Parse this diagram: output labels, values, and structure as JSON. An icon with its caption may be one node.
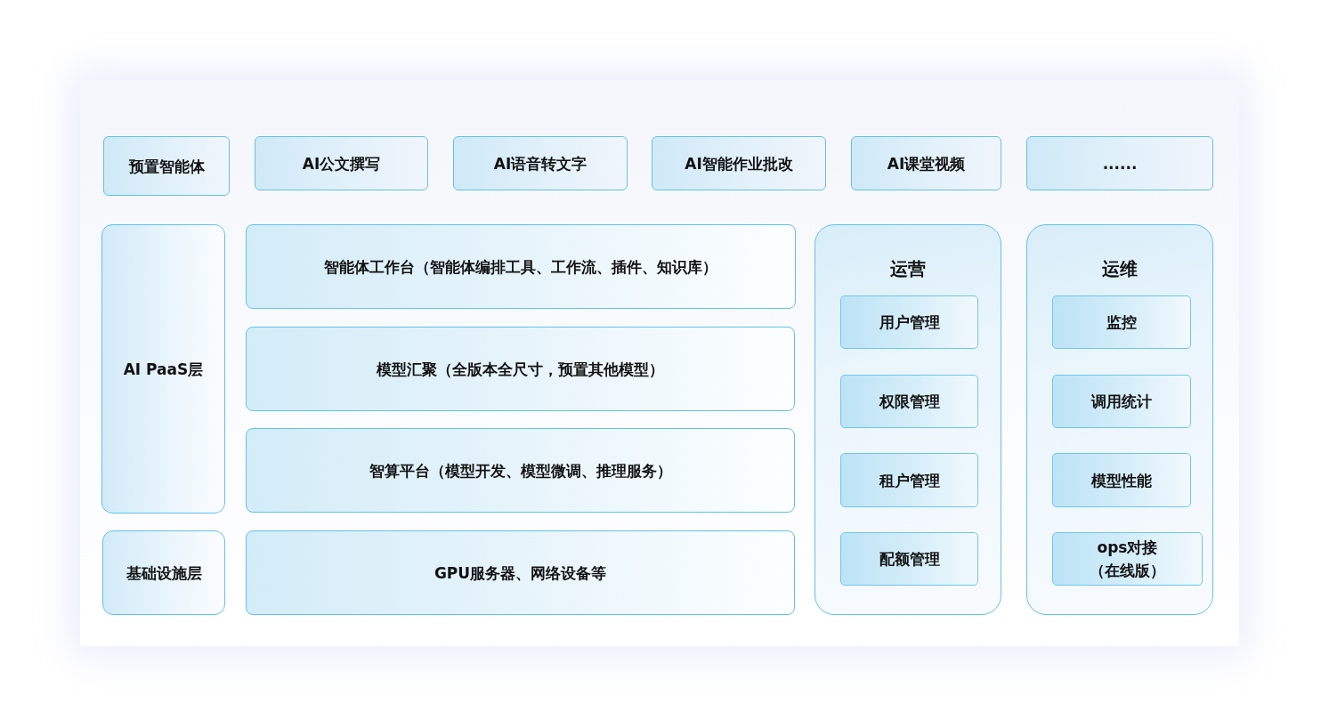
{
  "diagram": {
    "nodes": [
      {
        "text": [
          "预置智能体"
        ]
      },
      {
        "text": [
          "AI公文撰写"
        ]
      },
      {
        "text": [
          "AI语音转文字"
        ]
      },
      {
        "text": [
          "AI智能作业批改"
        ]
      },
      {
        "text": [
          "AI课堂视频"
        ]
      },
      {
        "text": [
          "......"
        ]
      },
      {
        "text": [
          "AI PaaS层"
        ]
      },
      {
        "text": [
          "智能体工作台（智能体编排工具、工作流、插件、知识库）"
        ]
      },
      {
        "text": [
          "模型汇聚（全版本全尺寸，预置其他模型）"
        ]
      },
      {
        "text": [
          "智算平台（模型开发、模型微调、推理服务）"
        ]
      },
      {
        "text": [
          "基础设施层"
        ]
      },
      {
        "text": [
          "GPU服务器、网络设备等"
        ]
      },
      {
        "text": [
          "运营"
        ]
      },
      {
        "text": [
          "用户管理"
        ],
        "in": 12
      },
      {
        "text": [
          "权限管理"
        ],
        "in": 12
      },
      {
        "text": [
          "租户管理"
        ],
        "in": 12
      },
      {
        "text": [
          "配额管理"
        ],
        "in": 12
      },
      {
        "text": [
          "运维"
        ]
      },
      {
        "text": [
          "监控"
        ],
        "in": 17
      },
      {
        "text": [
          "调用统计"
        ],
        "in": 17
      },
      {
        "text": [
          "模型性能"
        ],
        "in": 17
      },
      {
        "text": [
          "ops对接（在线版）"
        ],
        "in": 17
      }
    ]
  }
}
